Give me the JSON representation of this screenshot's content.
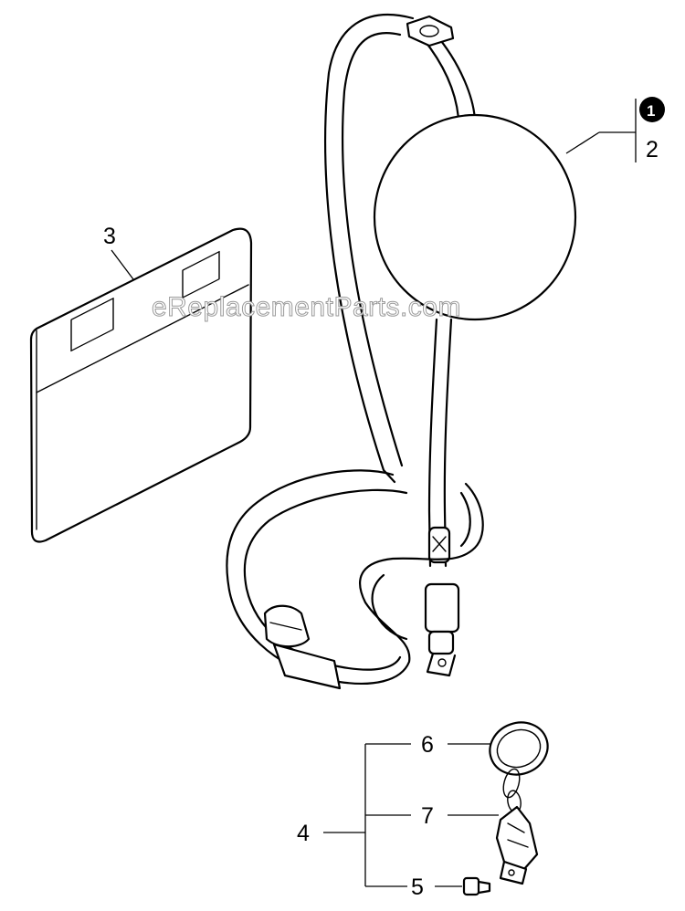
{
  "callouts": {
    "c1": "1",
    "c2": "2",
    "c3": "3",
    "c4": "4",
    "c5": "5",
    "c6": "6",
    "c7": "7"
  },
  "watermark": "eReplacementParts.com",
  "parts": {
    "p1": "harness-strap",
    "p2": "shoulder-pad",
    "p3": "manual-sheet",
    "p4": "hanger-assembly",
    "p5": "screw",
    "p6": "ring",
    "p7": "clip"
  }
}
